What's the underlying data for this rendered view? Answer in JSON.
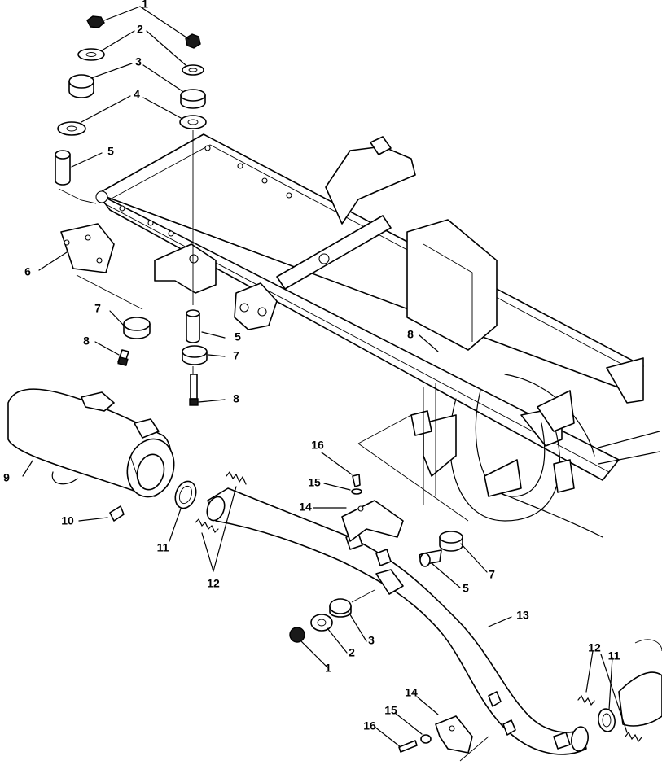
{
  "callouts": [
    {
      "id": "c1a",
      "label": "1"
    },
    {
      "id": "c2a",
      "label": "2"
    },
    {
      "id": "c3a",
      "label": "3"
    },
    {
      "id": "c4a",
      "label": "4"
    },
    {
      "id": "c5a",
      "label": "5"
    },
    {
      "id": "c6a",
      "label": "6"
    },
    {
      "id": "c7a",
      "label": "7"
    },
    {
      "id": "c8a",
      "label": "8"
    },
    {
      "id": "c5b",
      "label": "5"
    },
    {
      "id": "c7b",
      "label": "7"
    },
    {
      "id": "c8b",
      "label": "8"
    },
    {
      "id": "c8c",
      "label": "8"
    },
    {
      "id": "c9",
      "label": "9"
    },
    {
      "id": "c10",
      "label": "10"
    },
    {
      "id": "c11a",
      "label": "11"
    },
    {
      "id": "c12a",
      "label": "12"
    },
    {
      "id": "c16a",
      "label": "16"
    },
    {
      "id": "c15a",
      "label": "15"
    },
    {
      "id": "c14a",
      "label": "14"
    },
    {
      "id": "c7c",
      "label": "7"
    },
    {
      "id": "c5c",
      "label": "5"
    },
    {
      "id": "c13",
      "label": "13"
    },
    {
      "id": "c3b",
      "label": "3"
    },
    {
      "id": "c2b",
      "label": "2"
    },
    {
      "id": "c1b",
      "label": "1"
    },
    {
      "id": "c12b",
      "label": "12"
    },
    {
      "id": "c11b",
      "label": "11"
    },
    {
      "id": "c14b",
      "label": "14"
    },
    {
      "id": "c15b",
      "label": "15"
    },
    {
      "id": "c16b",
      "label": "16"
    }
  ]
}
